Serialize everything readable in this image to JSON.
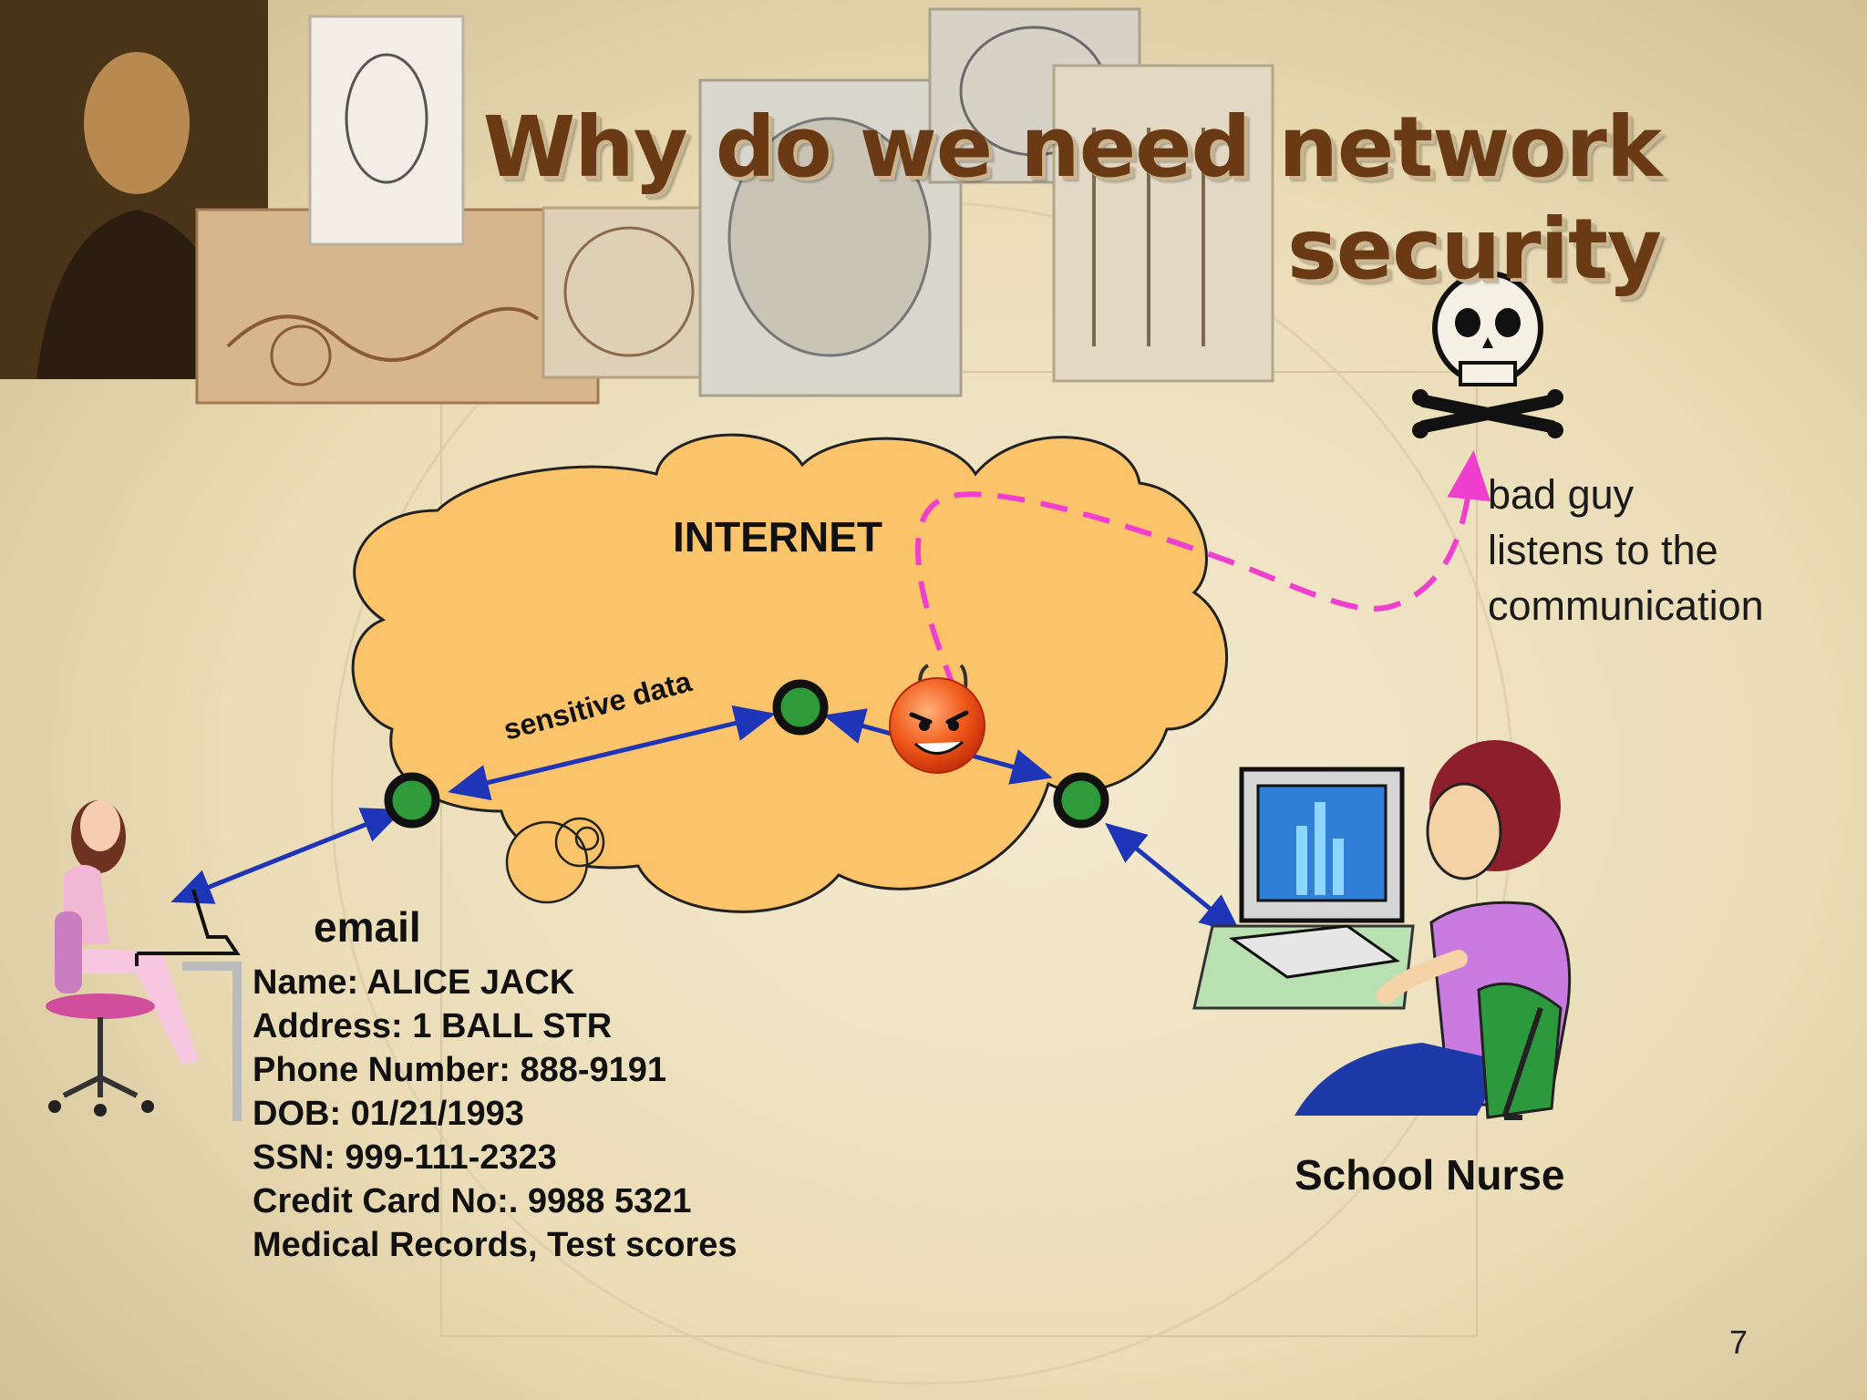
{
  "slide": {
    "title_line1": "Why do we need network",
    "title_line2": "security",
    "page_number": "7"
  },
  "diagram": {
    "cloud_label": "INTERNET",
    "link_label": "sensitive data",
    "email_label": "email",
    "recipient_label": "School Nurse",
    "attacker_note": [
      "bad guy",
      "listens to the",
      "communication"
    ],
    "email_fields": [
      "Name: ALICE JACK",
      "Address: 1 BALL STR",
      "Phone Number: 888-9191",
      "DOB: 01/21/1993",
      "SSN: 999-111-2323",
      "Credit Card No:. 9988 5321",
      "Medical Records, Test scores"
    ]
  },
  "colors": {
    "title": "#6a3a14",
    "cloud_fill": "#fcc46a",
    "node_fill": "#2f9a3a",
    "arrow": "#1f35b8",
    "eavesdrop_path": "#ef3fcf",
    "devil": "#f05a1a"
  }
}
